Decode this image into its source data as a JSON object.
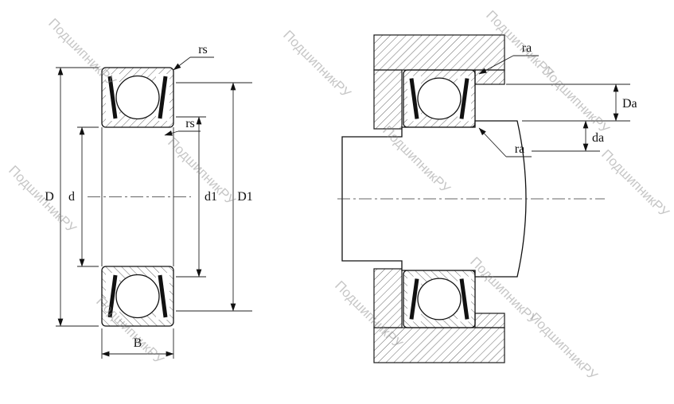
{
  "watermark": {
    "text": "ПодшипникРУ"
  },
  "left_view": {
    "labels": {
      "rs_top": "rs",
      "rs_inner": "rs",
      "dim_D": "D",
      "dim_d": "d",
      "dim_d1": "d1",
      "dim_D1": "D1",
      "dim_B": "B"
    }
  },
  "right_view": {
    "labels": {
      "ra_housing": "ra",
      "ra_shaft": "ra",
      "dim_Da": "Da",
      "dim_da": "da"
    }
  }
}
